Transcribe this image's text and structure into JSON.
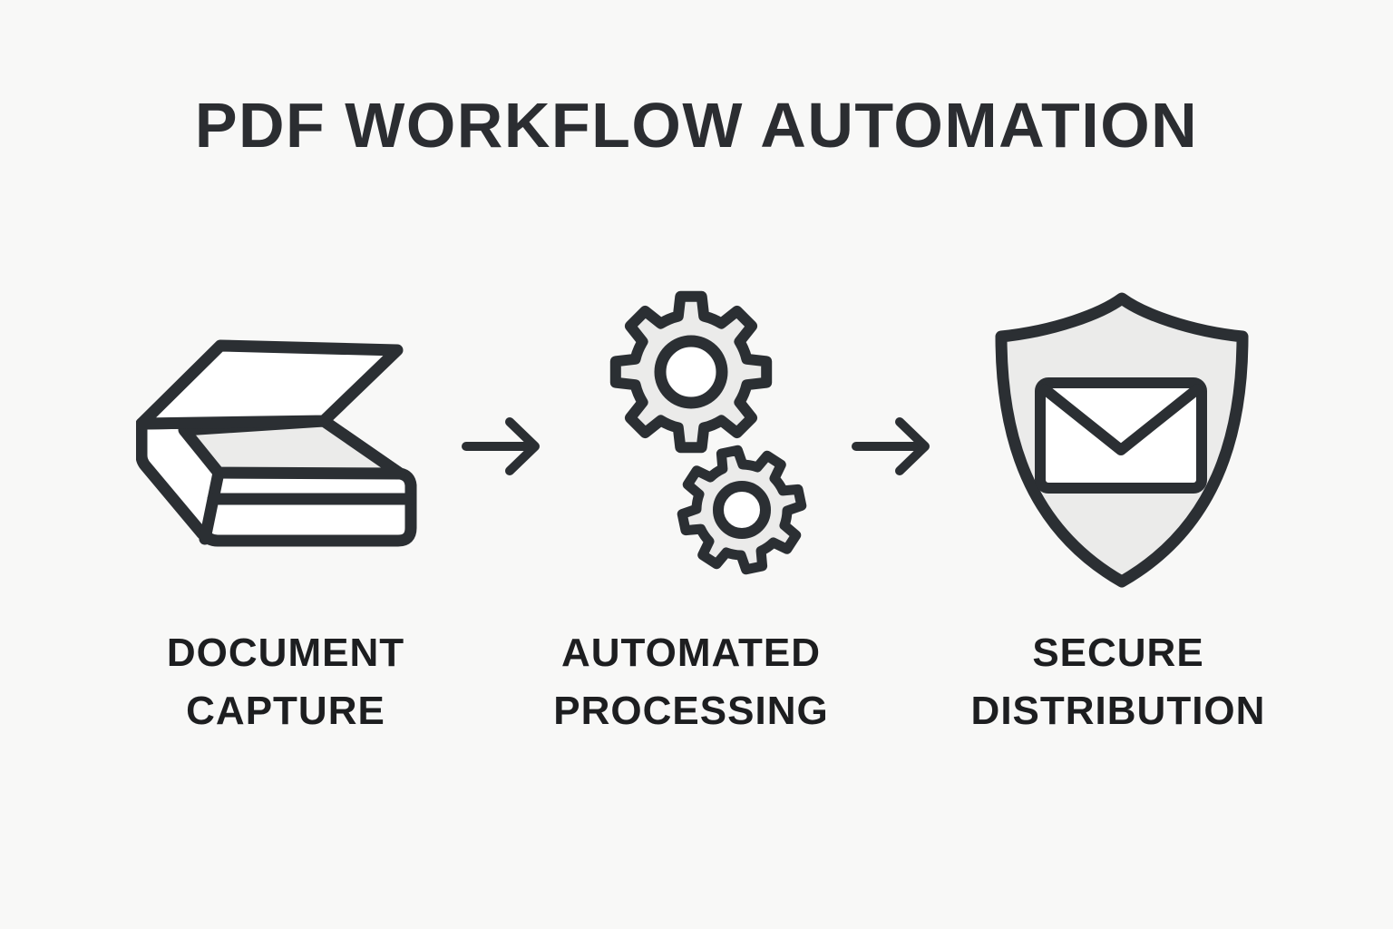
{
  "title": "PDF WORKFLOW AUTOMATION",
  "steps": [
    {
      "name": "document-capture",
      "icon": "scanner-icon",
      "label_line1": "DOCUMENT",
      "label_line2": "CAPTURE"
    },
    {
      "name": "automated-processing",
      "icon": "gears-icon",
      "label_line1": "AUTOMATED",
      "label_line2": "PROCESSING"
    },
    {
      "name": "secure-distribution",
      "icon": "shield-envelope-icon",
      "label_line1": "SECURE",
      "label_line2": "DISTRIBUTION"
    }
  ],
  "connectors": [
    {
      "icon": "arrow-right-icon"
    },
    {
      "icon": "arrow-right-icon"
    }
  ],
  "colors": {
    "background": "#f8f8f7",
    "outline": "#2b2f33",
    "icon_fill": "#ebebea",
    "icon_white": "#ffffff",
    "title_text": "#2b2d31",
    "label_text": "#1d1e20"
  }
}
